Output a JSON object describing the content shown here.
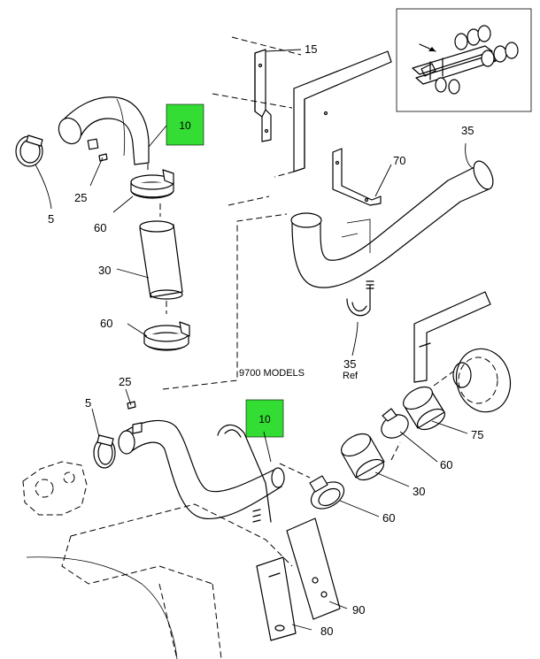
{
  "callouts": {
    "c15": "15",
    "c10_top": "10",
    "c5_top": "5",
    "c25_top": "25",
    "c60_top": "60",
    "c30_top": "30",
    "c60_mid": "60",
    "c70": "70",
    "c35_top": "35",
    "c35_ref_num": "35",
    "c35_ref_word": "Ref",
    "c25_bot": "25",
    "c5_bot": "5",
    "c10_bot": "10",
    "c75": "75",
    "c60_right": "60",
    "c30_bot": "30",
    "c60_bot": "60",
    "c90": "90",
    "c80": "80"
  },
  "note": "9700 MODELS",
  "colors": {
    "highlight": "#33dd33",
    "line": "#000000",
    "background": "#ffffff"
  }
}
